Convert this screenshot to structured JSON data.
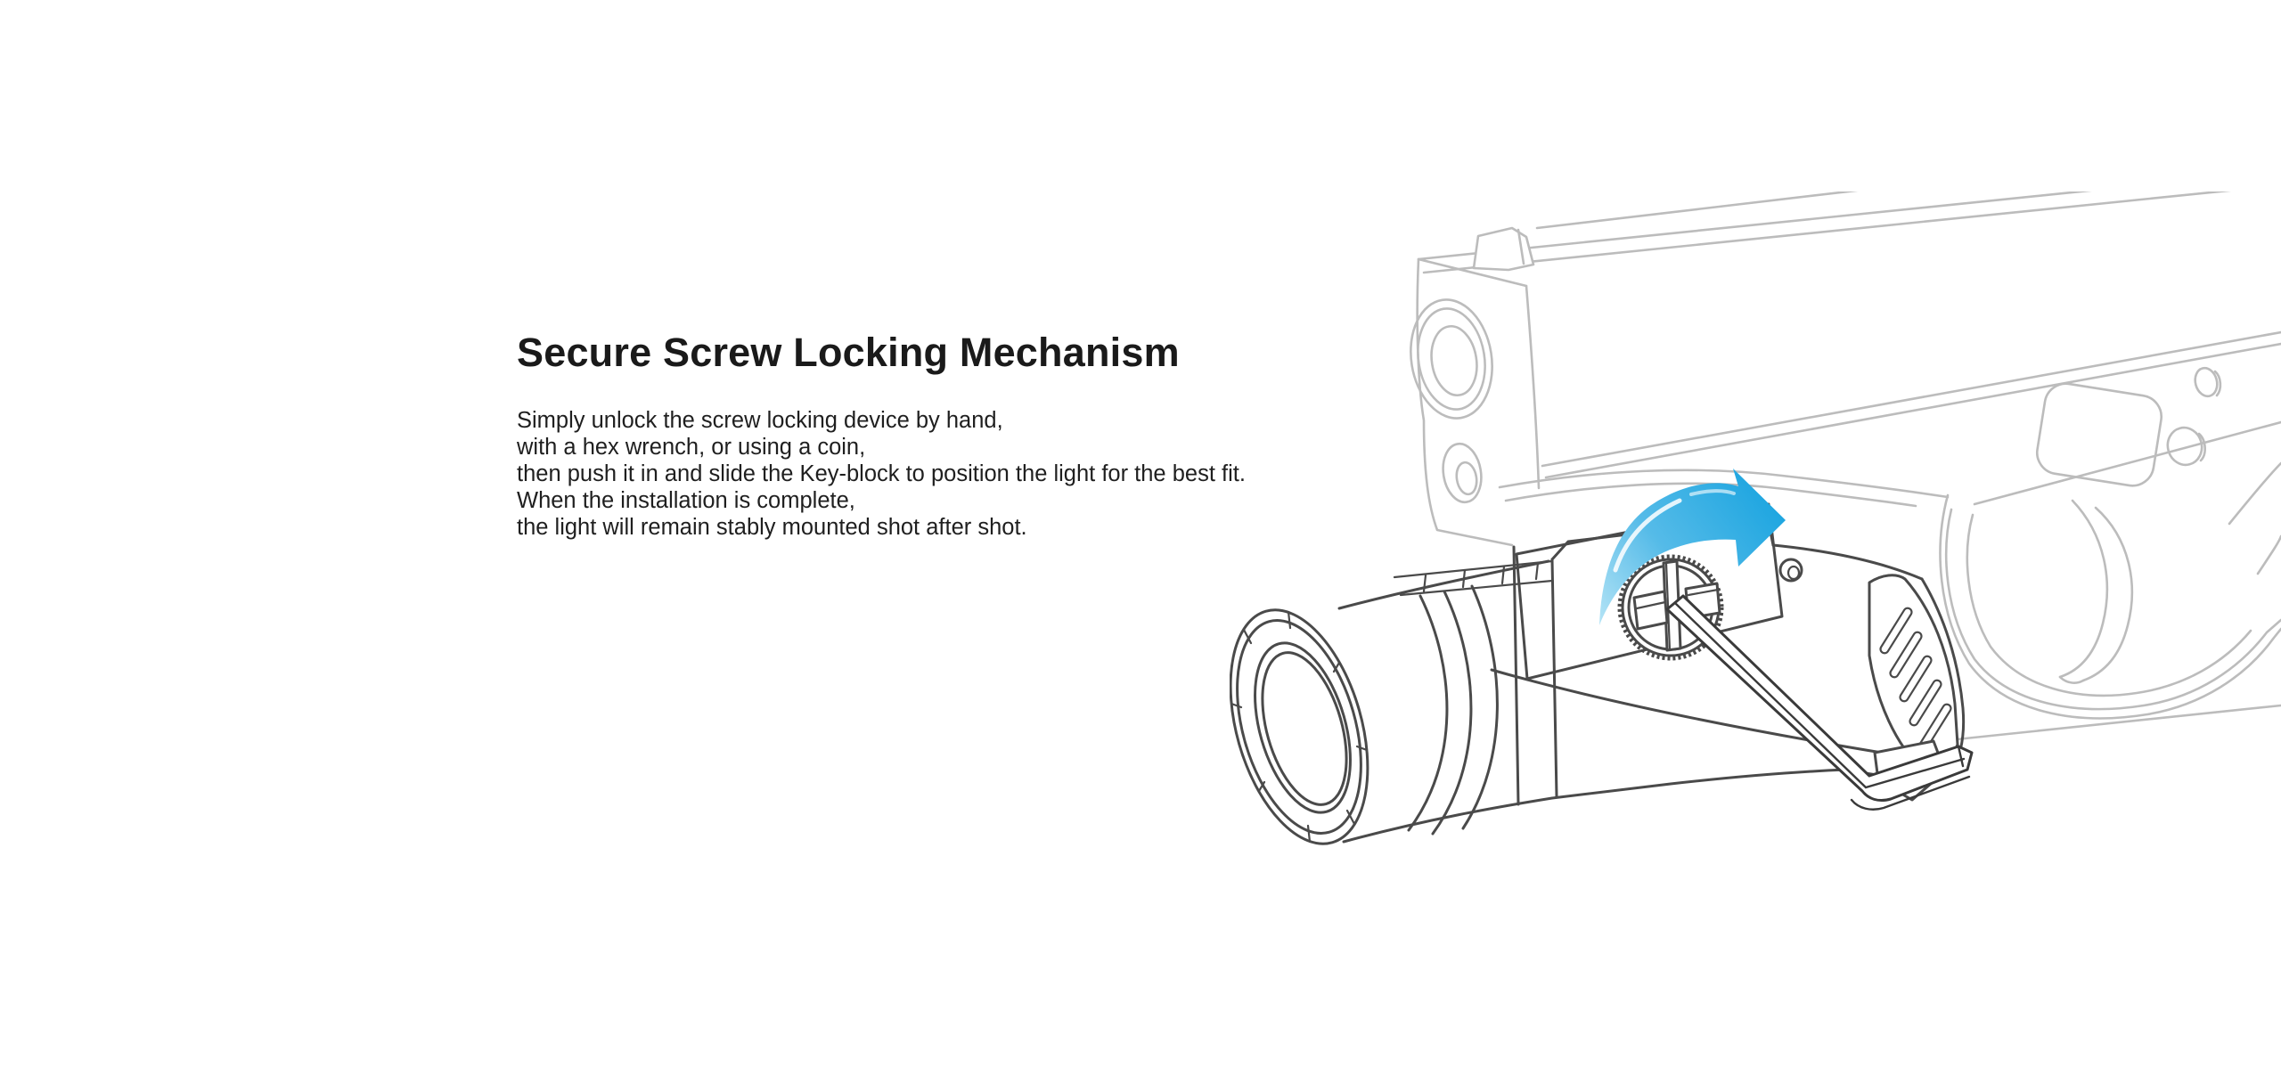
{
  "page": {
    "background": "#ffffff",
    "section": {
      "heading": "Secure Screw Locking Mechanism",
      "heading_color": "#1a1a1a",
      "body_color": "#1f1f1f",
      "body_lines": [
        "Simply unlock the screw locking device by hand,",
        "with a hex wrench, or using a coin,",
        "then push it in and slide the Key-block to position the light for the best fit.",
        "When the installation is complete,",
        "the light will remain stably mounted shot after shot."
      ]
    },
    "illustration": {
      "alt": "Line-art drawing of a weapon light mounted on a pistol accessory rail; a hex wrench turns the knurled locking screw in the direction shown by a blue curved arrow",
      "colors": {
        "pistol_line": "#bcbcbc",
        "light_line": "#4a4a4a",
        "wrench_line": "#3a3a3a",
        "arrow_blue": "#1ca5e0",
        "arrow_blue_light": "#b5e4f6"
      },
      "parts": [
        "pistol-outline",
        "weapon-light",
        "key-block-panel",
        "locking-screw",
        "hex-wrench",
        "rotation-arrow"
      ]
    }
  }
}
